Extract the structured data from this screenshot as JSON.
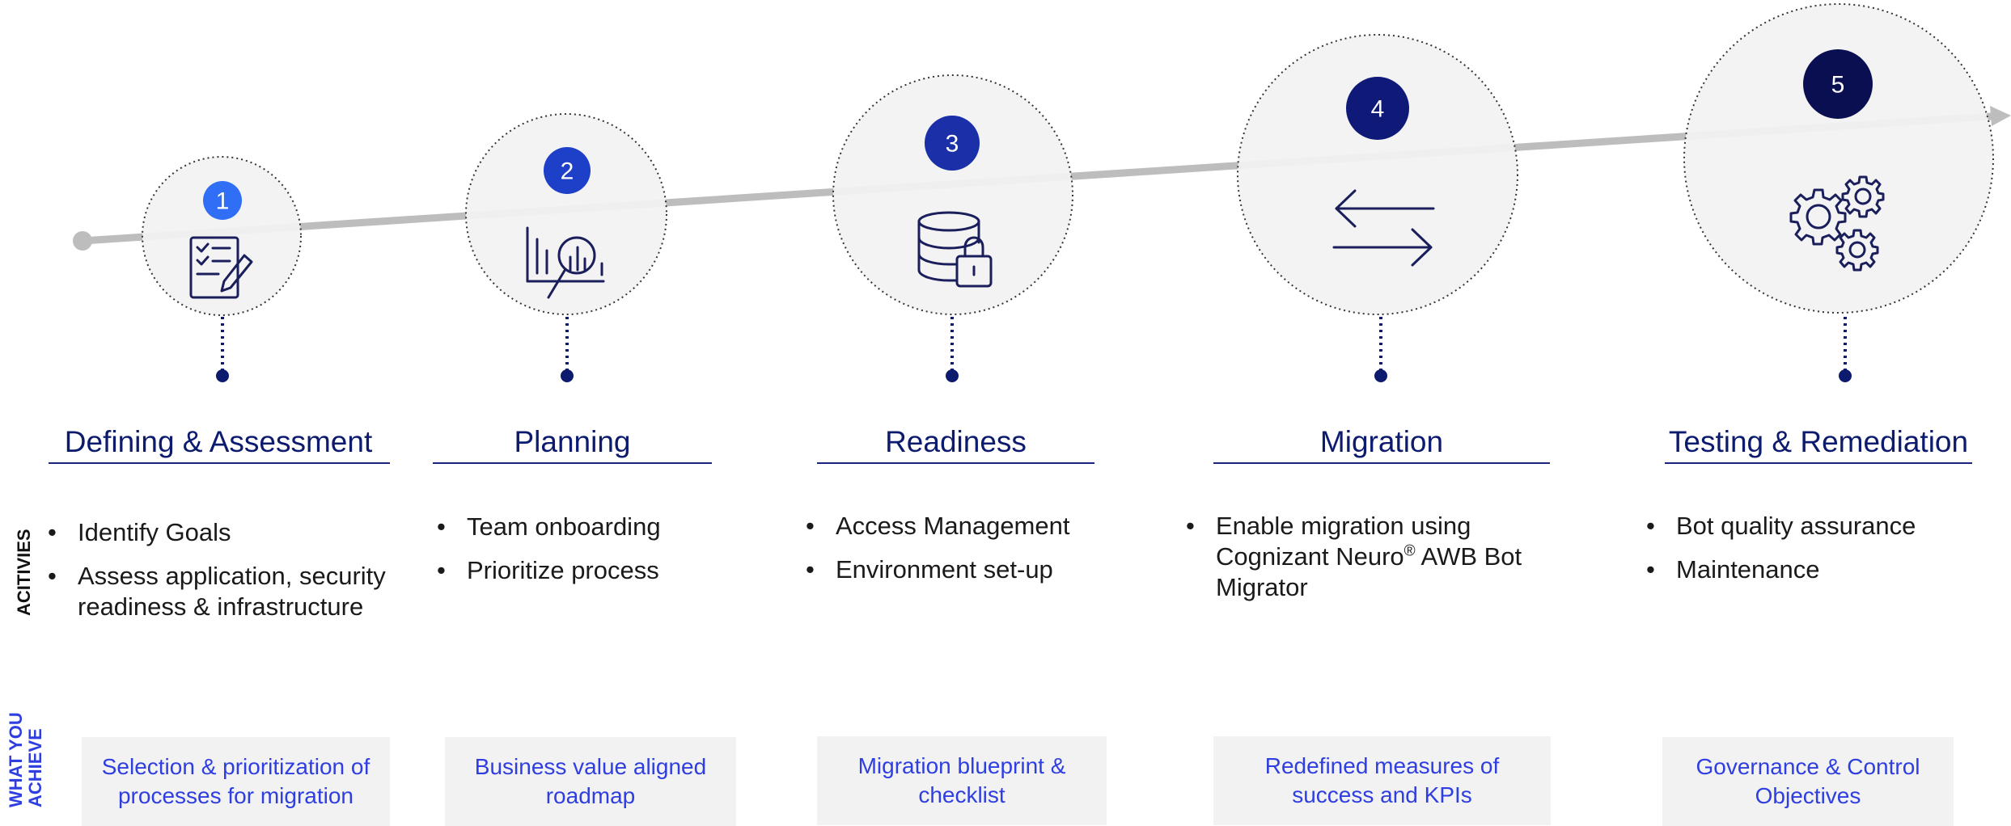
{
  "labels": {
    "activities": "ACITIVIES",
    "achieve_line1": "WHAT YOU",
    "achieve_line2": "ACHIEVE"
  },
  "colors": {
    "stage1": "#2f6ef5",
    "stage2": "#1e40c8",
    "stage3": "#1a2fa8",
    "stage4": "#0f1a78",
    "stage5": "#0a0f52",
    "timeline": "#bdbdbd",
    "circle_fill": "#f2f2f2",
    "icon_stroke": "#1a1f5c",
    "outcome_text": "#2f3ee0"
  },
  "stages": [
    {
      "number": "1",
      "title": "Defining & Assessment",
      "icon": "checklist-pencil-icon",
      "activities": [
        "Identify Goals",
        "Assess application, security readiness & infrastructure"
      ],
      "outcome": "Selection & prioritization of processes for migration"
    },
    {
      "number": "2",
      "title": "Planning",
      "icon": "chart-magnifier-icon",
      "activities": [
        "Team onboarding",
        "Prioritize process"
      ],
      "outcome": "Business value aligned roadmap"
    },
    {
      "number": "3",
      "title": "Readiness",
      "icon": "database-lock-icon",
      "activities": [
        "Access Management",
        "Environment set-up"
      ],
      "outcome": "Migration blueprint & checklist"
    },
    {
      "number": "4",
      "title": "Migration",
      "icon": "exchange-arrows-icon",
      "activities": [
        "Enable migration using Cognizant Neuro",
        "®",
        " AWB Bot Migrator"
      ],
      "outcome": "Redefined measures of success and KPIs"
    },
    {
      "number": "5",
      "title": "Testing & Remediation",
      "icon": "gears-icon",
      "activities": [
        "Bot quality assurance",
        "Maintenance"
      ],
      "outcome": "Governance & Control Objectives"
    }
  ]
}
